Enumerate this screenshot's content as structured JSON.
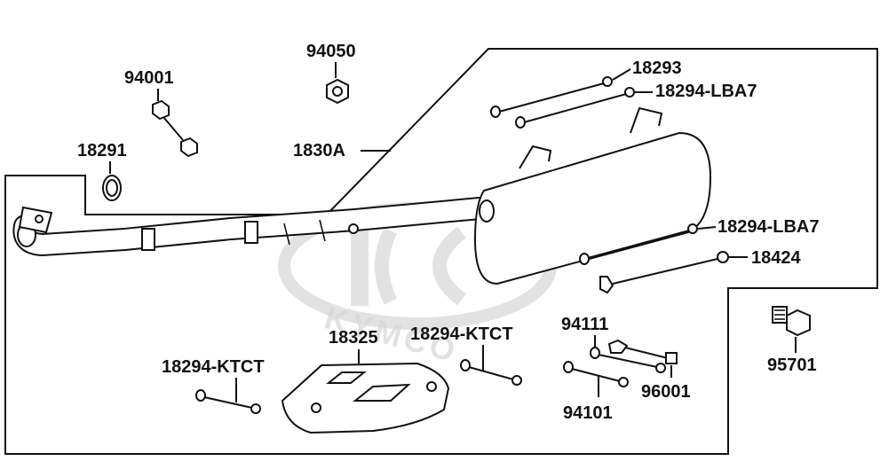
{
  "diagram": {
    "watermark_text": "KYMCO",
    "colors": {
      "ink": "#111111",
      "watermark": "#d0d0d0",
      "background": "#ffffff"
    },
    "labels": {
      "p94050": "94050",
      "p94001": "94001",
      "p18291": "18291",
      "p1830A": "1830A",
      "p18293": "18293",
      "p18294_LBA7_top": "18294-LBA7",
      "p18294_LBA7_mid": "18294-LBA7",
      "p18424": "18424",
      "p95701": "95701",
      "p18325": "18325",
      "p18294_KTCT_left": "18294-KTCT",
      "p18294_KTCT_mid": "18294-KTCT",
      "p94111": "94111",
      "p96001": "96001",
      "p94101": "94101"
    }
  }
}
